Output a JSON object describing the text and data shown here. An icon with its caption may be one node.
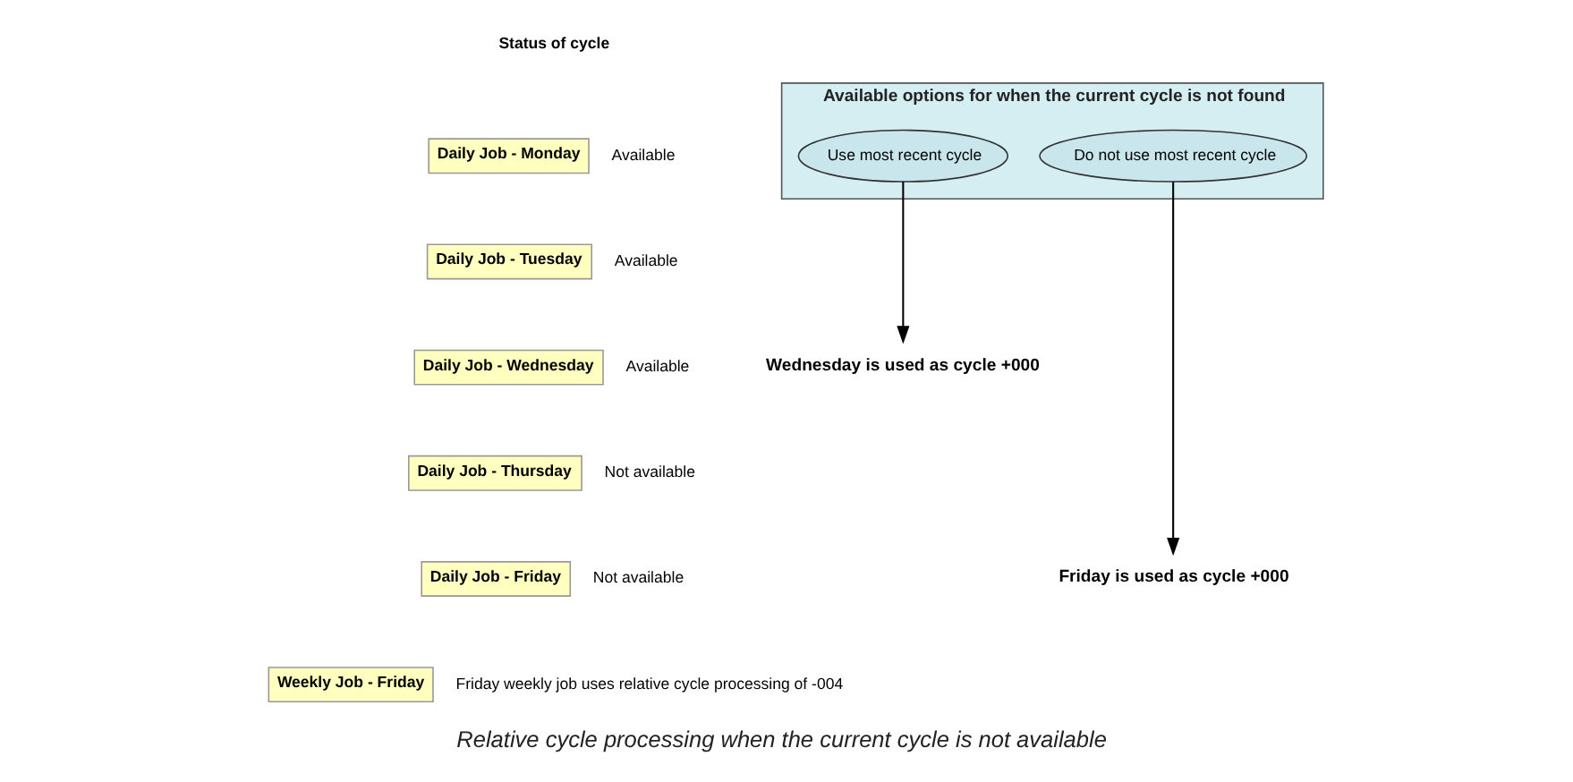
{
  "diagram": {
    "caption": "Relative cycle processing when the current cycle is not available",
    "nodes": [
      {
        "text": [
          "Daily Job - Monday"
        ],
        "beside": [
          "Available"
        ]
      },
      {
        "text": [
          "Daily Job - Tuesday"
        ],
        "beside": [
          "Available"
        ]
      },
      {
        "text": [
          "Daily Job - Wednesday"
        ],
        "beside": [
          "Available"
        ]
      },
      {
        "text": [
          "Daily Job - Thursday"
        ],
        "beside": [
          "Not available"
        ]
      },
      {
        "text": [
          "Daily Job - Friday"
        ],
        "beside": [
          "Not available"
        ]
      },
      {
        "text": [
          "Weekly Job - Friday"
        ],
        "beside": [
          "Friday weekly job uses relative cycle processing of -004"
        ]
      },
      {
        "text": [
          "Available options for when the current cycle is not found"
        ]
      },
      {
        "text": [
          "Use most recent cycle"
        ],
        "in": 6
      },
      {
        "text": [
          "Do not use most recent cycle"
        ],
        "in": 6
      },
      {
        "text": [
          "Wednesday is used as cycle +000"
        ]
      },
      {
        "text": [
          "Friday is used as cycle +000"
        ]
      }
    ],
    "edges": [
      {
        "from": 7,
        "to": 9,
        "arrow": "to"
      },
      {
        "from": 8,
        "to": 10,
        "arrow": "to"
      }
    ],
    "labels": [
      "Status of cycle"
    ]
  }
}
